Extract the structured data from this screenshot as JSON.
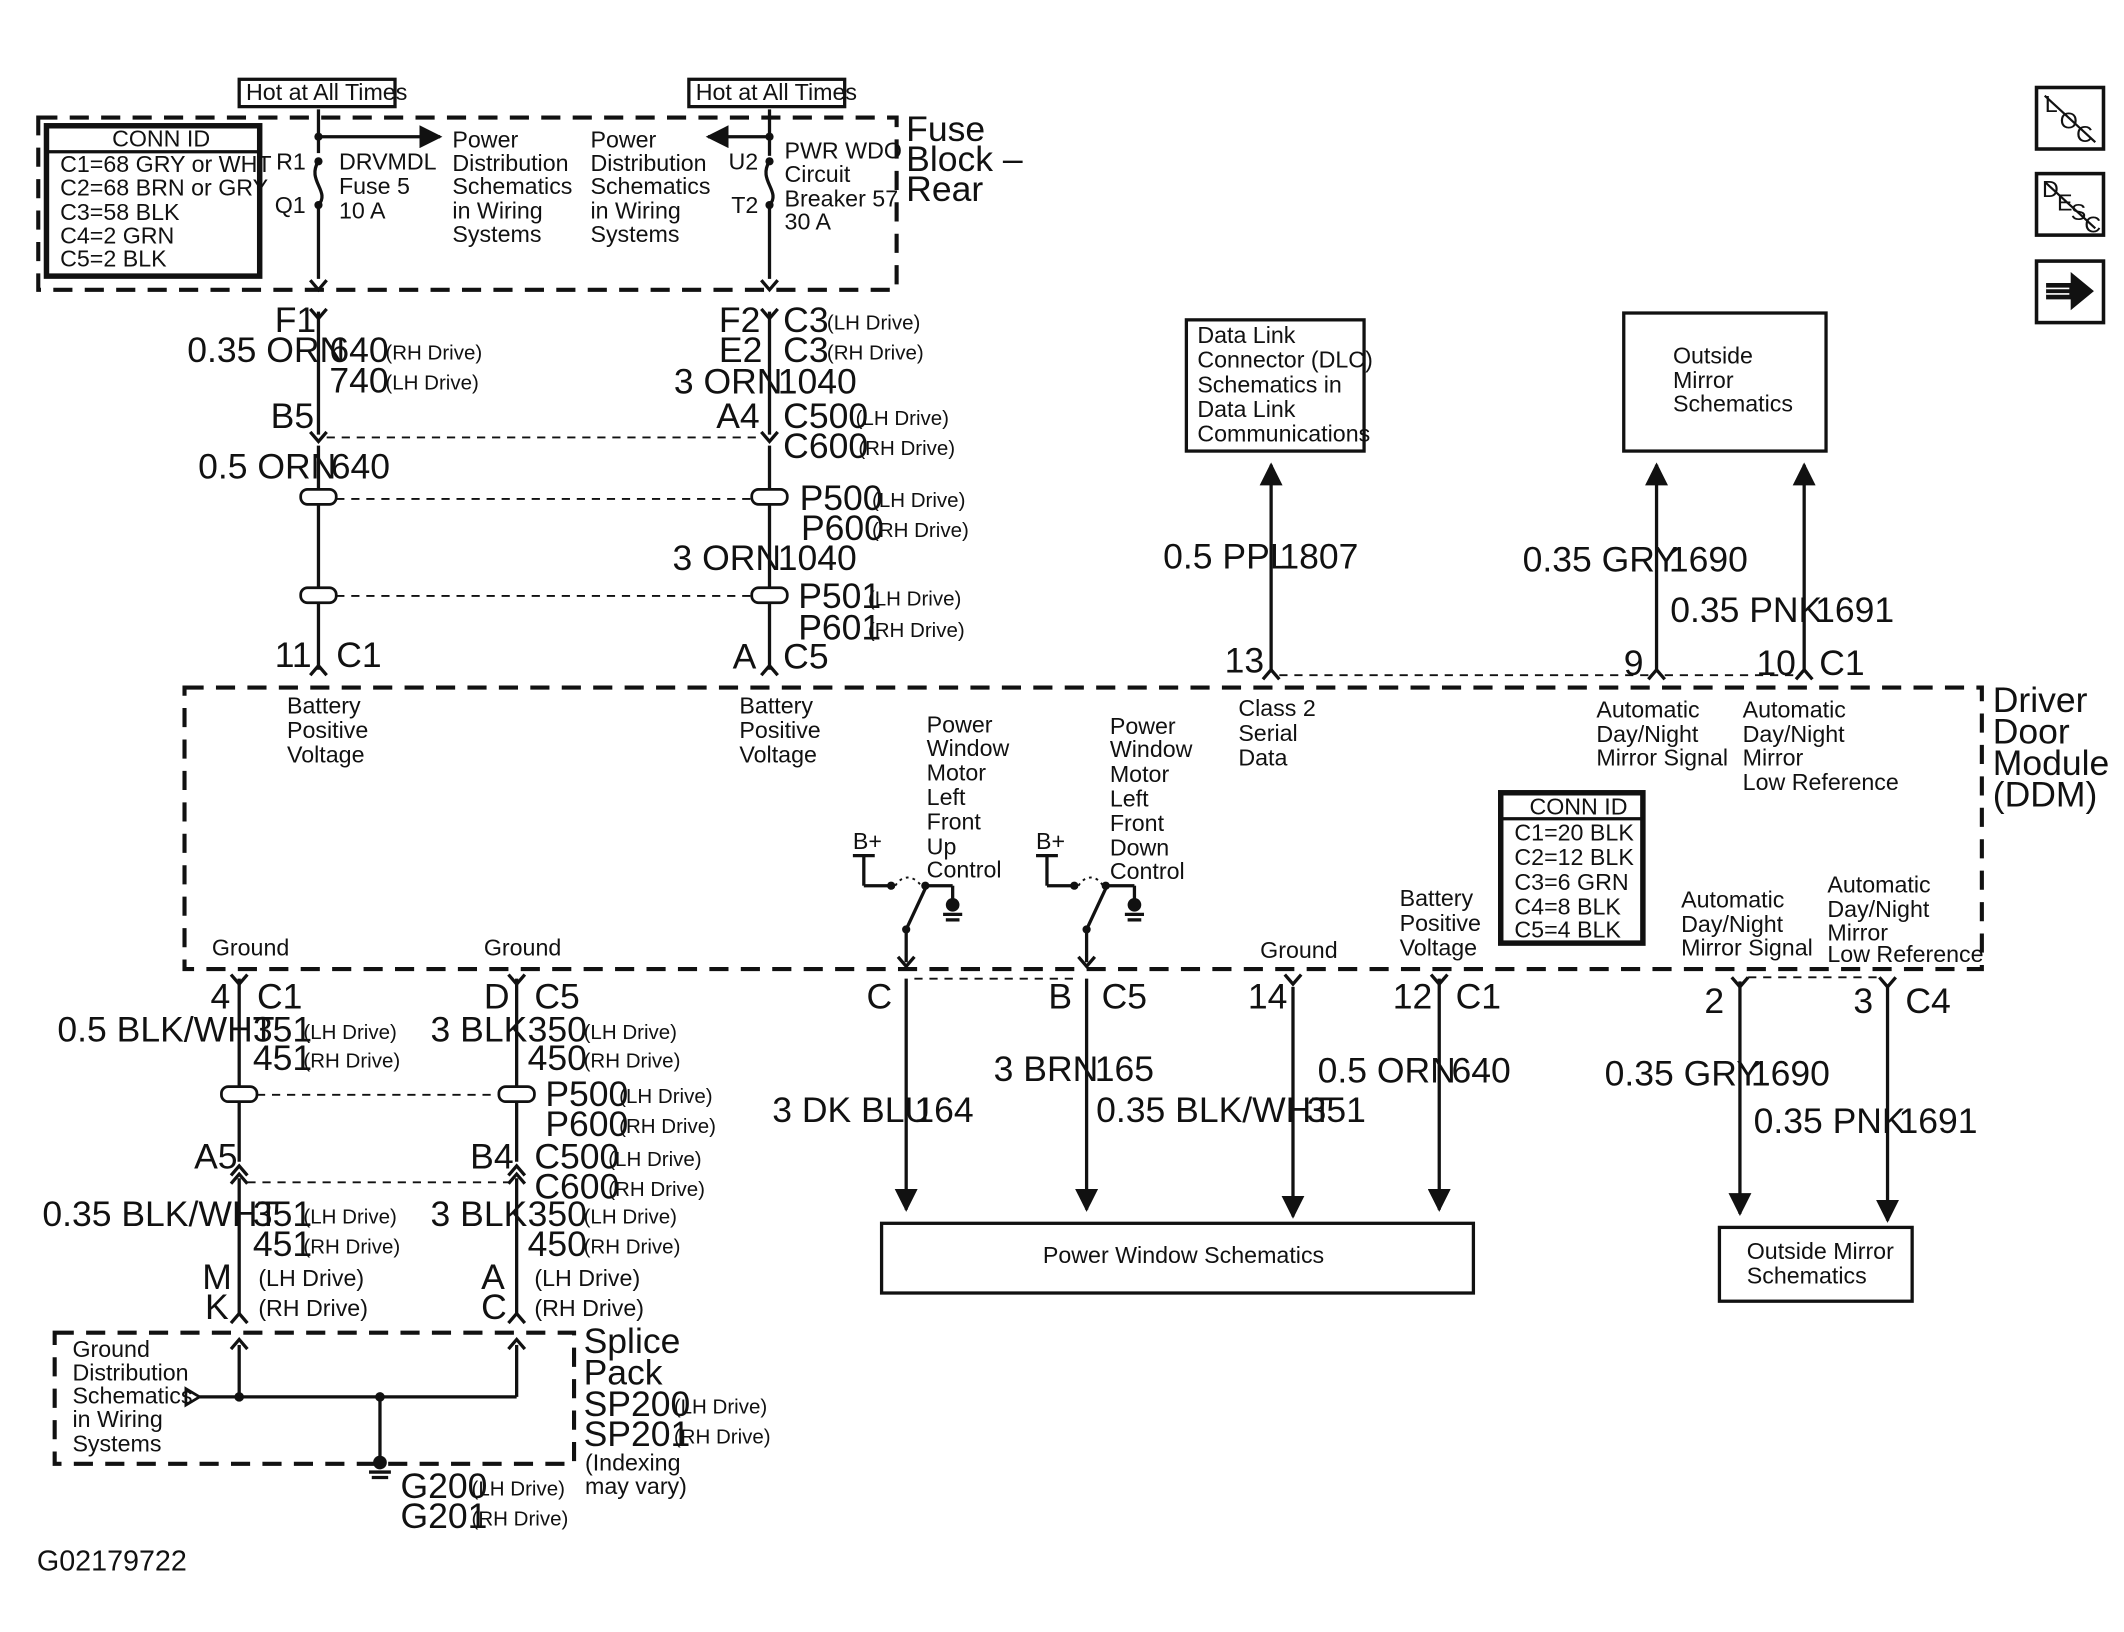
{
  "fuse_block": {
    "title": [
      "Fuse",
      "Block –",
      "Rear"
    ],
    "hot_left": "Hot at All Times",
    "hot_right": "Hot at All Times",
    "conn_id": {
      "title": "CONN ID",
      "items": [
        "C1=68 GRY or WHT",
        "C2=68 BRN or GRY",
        "C3=58 BLK",
        "C4=2 GRN",
        "C5=2 BLK"
      ]
    },
    "pin_r1": "R1",
    "pin_q1": "Q1",
    "pin_u2": "U2",
    "pin_t2": "T2",
    "fuse_label": [
      "DRVMDL",
      "Fuse 5",
      "10 A"
    ],
    "breaker_label": [
      "PWR WDO",
      "Circuit",
      "Breaker 57",
      "30 A"
    ],
    "power_dist_left": [
      "Power",
      "Distribution",
      "Schematics",
      "in Wiring",
      "Systems"
    ],
    "power_dist_right": [
      "Power",
      "Distribution",
      "Schematics",
      "in Wiring",
      "Systems"
    ]
  },
  "left_feed": {
    "pin_f1": "F1",
    "wire1": "0.35 ORN",
    "circ_640": "640",
    "rh": "(RH Drive)",
    "circ_740": "740",
    "lh": "(LH Drive)",
    "pin_b5": "B5",
    "wire2": "0.5 ORN",
    "circ2": "640",
    "pin_11": "11",
    "conn_c1": "C1"
  },
  "right_feed": {
    "pin_f2": "F2",
    "c3a": "C3",
    "lh1": "(LH Drive)",
    "pin_e2": "E2",
    "c3b": "C3",
    "rh1": "(RH Drive)",
    "wire1": "3 ORN",
    "circ1": "1040",
    "pin_a4": "A4",
    "c500": "C500",
    "lh2": "(LH Drive)",
    "c600": "C600",
    "rh2": "(RH Drive)",
    "p500": "P500",
    "lh3": "(LH Drive)",
    "p600": "P600",
    "rh3": "(RH Drive)",
    "wire2": "3 ORN",
    "circ2": "1040",
    "p501": "P501",
    "lh4": "(LH Drive)",
    "p601": "P601",
    "rh4": "(RH Drive)",
    "pin_a": "A",
    "conn_c5": "C5"
  },
  "dlc": {
    "box": [
      "Data Link",
      "Connector (DLC)",
      "Schematics in",
      "Data Link",
      "Communications"
    ],
    "wire": "0.5 PPL",
    "circ": "1807",
    "pin": "13"
  },
  "mirror_top": {
    "box": [
      "Outside",
      "Mirror",
      "Schematics"
    ],
    "wire_gry": "0.35 GRY",
    "circ_gry": "1690",
    "wire_pnk": "0.35 PNK",
    "circ_pnk": "1691",
    "pin9": "9",
    "pin10": "10",
    "conn": "C1"
  },
  "ddm": {
    "title": [
      "Driver",
      "Door",
      "Module",
      "(DDM)"
    ],
    "batt1": [
      "Battery",
      "Positive",
      "Voltage"
    ],
    "batt2": [
      "Battery",
      "Positive",
      "Voltage"
    ],
    "pw_up": [
      "Power",
      "Window",
      "Motor",
      "Left",
      "Front",
      "Up",
      "Control"
    ],
    "pw_down": [
      "Power",
      "Window",
      "Motor",
      "Left",
      "Front",
      "Down",
      "Control"
    ],
    "bplus1": "B+",
    "bplus2": "B+",
    "serial": [
      "Class 2",
      "Serial",
      "Data"
    ],
    "auto_sig_top": [
      "Automatic",
      "Day/Night",
      "Mirror Signal"
    ],
    "auto_low_top": [
      "Automatic",
      "Day/Night",
      "Mirror",
      "Low Reference"
    ],
    "conn_id": {
      "title": "CONN ID",
      "items": [
        "C1=20 BLK",
        "C2=12 BLK",
        "C3=6 GRN",
        "C4=8 BLK",
        "C5=4 BLK"
      ]
    },
    "ground1": "Ground",
    "ground2": "Ground",
    "ground3": "Ground",
    "batt3": [
      "Battery",
      "Positive",
      "Voltage"
    ],
    "auto_sig_bot": [
      "Automatic",
      "Day/Night",
      "Mirror Signal"
    ],
    "auto_low_bot": [
      "Automatic",
      "Day/Night",
      "Mirror",
      "Low Reference"
    ]
  },
  "lower_left": {
    "pin4": "4",
    "c1": "C1",
    "wire1": "0.5 BLK/WHT",
    "c351": "351",
    "lh1": "(LH Drive)",
    "c451": "451",
    "rh1": "(RH Drive)",
    "pinA5": "A5",
    "wire2": "0.35 BLK/WHT",
    "c351b": "351",
    "lh2": "(LH Drive)",
    "c451b": "451",
    "rh2": "(RH Drive)",
    "pinM": "M",
    "lh3": "(LH Drive)",
    "pinK": "K",
    "rh3": "(RH Drive)"
  },
  "lower_mid": {
    "pinD": "D",
    "c5": "C5",
    "wire1": "3 BLK",
    "c350": "350",
    "lh1": "(LH Drive)",
    "c450": "450",
    "rh1": "(RH Drive)",
    "p500": "P500",
    "lh2": "(LH Drive)",
    "p600": "P600",
    "rh2": "(RH Drive)",
    "pinB4": "B4",
    "c500": "C500",
    "lh3": "(LH Drive)",
    "c600": "C600",
    "rh3": "(RH Drive)",
    "wire2": "3 BLK",
    "c350b": "350",
    "lh4": "(LH Drive)",
    "c450b": "450",
    "rh4": "(RH Drive)",
    "pinA": "A",
    "lh5": "(LH Drive)",
    "pinC": "C",
    "rh5": "(RH Drive)"
  },
  "splice": {
    "ground_dist": [
      "Ground",
      "Distribution",
      "Schematics",
      "in Wiring",
      "Systems"
    ],
    "title": [
      "Splice",
      "Pack"
    ],
    "sp200": "SP200",
    "lh": "(LH Drive)",
    "sp201": "SP201",
    "rh": "(RH Drive)",
    "indexing": [
      "(Indexing",
      "may vary)"
    ],
    "g200": "G200",
    "lh_g": "(LH Drive)",
    "g201": "G201",
    "rh_g": "(RH Drive)"
  },
  "power_window": {
    "box": "Power Window Schematics",
    "pinC": "C",
    "pinB": "B",
    "c5": "C5",
    "wire_brn": "3 BRN",
    "circ_brn": "165",
    "wire_blu": "3 DK BLU",
    "circ_blu": "164",
    "wire_blk": "0.35 BLK/WHT",
    "circ_blk": "351",
    "pin14": "14",
    "pin12": "12",
    "c1": "C1",
    "wire_orn": "0.5 ORN",
    "circ_orn": "640"
  },
  "mirror_bottom": {
    "box": [
      "Outside Mirror",
      "Schematics"
    ],
    "pin2": "2",
    "pin3": "3",
    "c4": "C4",
    "wire_gry": "0.35 GRY",
    "circ_gry": "1690",
    "wire_pnk": "0.35 PNK",
    "circ_pnk": "1691"
  },
  "figure_id": "G02179722",
  "nav": {
    "loc_icon": "loc-icon",
    "desc_icon": "desc-icon",
    "next_icon": "arrow-right-icon"
  }
}
